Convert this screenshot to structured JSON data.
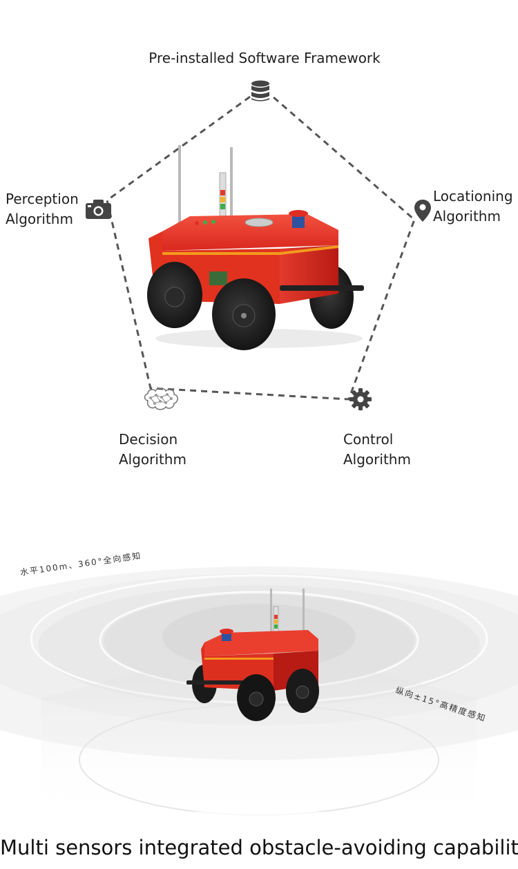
{
  "framework": {
    "top_title": "Pre-installed Software Framework",
    "nodes": [
      {
        "id": "software",
        "icon": "database-icon",
        "lines": []
      },
      {
        "id": "perception",
        "icon": "camera-icon",
        "lines": [
          "Perception",
          "Algorithm"
        ]
      },
      {
        "id": "locationing",
        "icon": "map-pin-icon",
        "lines": [
          "Locationing",
          "Algorithm"
        ]
      },
      {
        "id": "decision",
        "icon": "brain-network-icon",
        "lines": [
          "Decision",
          "Algorithm"
        ]
      },
      {
        "id": "control",
        "icon": "gear-icon",
        "lines": [
          "Control",
          "Algorithm"
        ]
      }
    ],
    "accent_robot": "#e8322a",
    "dash_color": "#555555"
  },
  "sensing": {
    "tag_horizontal": "水平100m、360°全向感知",
    "tag_vertical": "纵向±15°高精度感知"
  },
  "caption": "Multi sensors integrated obstacle-avoiding capability"
}
